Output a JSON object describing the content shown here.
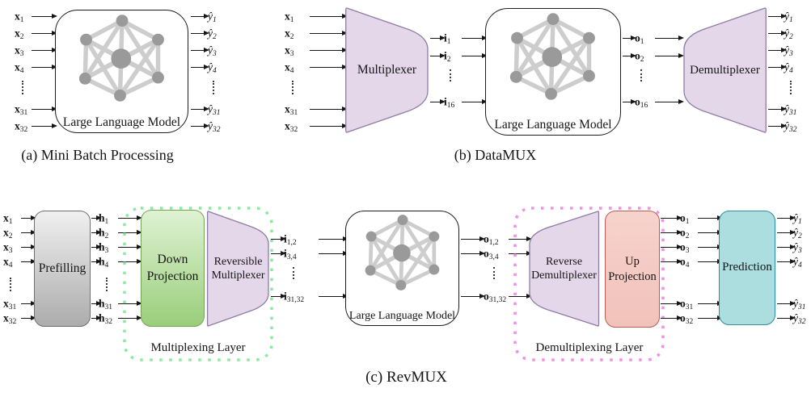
{
  "panel_a": {
    "caption": "(a) Mini Batch Processing",
    "llm_label": "Large Language Model",
    "inputs": [
      {
        "v": "x",
        "s": "1"
      },
      {
        "v": "x",
        "s": "2"
      },
      {
        "v": "x",
        "s": "3"
      },
      {
        "v": "x",
        "s": "4"
      },
      {
        "v": "x",
        "s": "31"
      },
      {
        "v": "x",
        "s": "32"
      }
    ],
    "outputs": [
      {
        "v": "ŷ",
        "s": "1"
      },
      {
        "v": "ŷ",
        "s": "2"
      },
      {
        "v": "ŷ",
        "s": "3"
      },
      {
        "v": "ŷ",
        "s": "4"
      },
      {
        "v": "ŷ",
        "s": "31"
      },
      {
        "v": "ŷ",
        "s": "32"
      }
    ]
  },
  "panel_b": {
    "caption": "(b) DataMUX",
    "multiplexer_label": "Multiplexer",
    "demultiplexer_label": "Demultiplexer",
    "llm_label": "Large Language Model",
    "inputs": [
      {
        "v": "x",
        "s": "1"
      },
      {
        "v": "x",
        "s": "2"
      },
      {
        "v": "x",
        "s": "3"
      },
      {
        "v": "x",
        "s": "4"
      },
      {
        "v": "x",
        "s": "31"
      },
      {
        "v": "x",
        "s": "32"
      }
    ],
    "mux_outputs": [
      {
        "v": "i",
        "s": "1"
      },
      {
        "v": "i",
        "s": "2"
      },
      {
        "v": "i",
        "s": "16"
      }
    ],
    "llm_outputs": [
      {
        "v": "o",
        "s": "1"
      },
      {
        "v": "o",
        "s": "2"
      },
      {
        "v": "o",
        "s": "16"
      }
    ],
    "outputs": [
      {
        "v": "ŷ",
        "s": "1"
      },
      {
        "v": "ŷ",
        "s": "2"
      },
      {
        "v": "ŷ",
        "s": "3"
      },
      {
        "v": "ŷ",
        "s": "4"
      },
      {
        "v": "ŷ",
        "s": "31"
      },
      {
        "v": "ŷ",
        "s": "32"
      }
    ]
  },
  "panel_c": {
    "caption": "(c) RevMUX",
    "prefilling_label": "Prefilling",
    "down_projection_label": "Down Projection",
    "reversible_multiplexer_label": "Reversible Multiplexer",
    "llm_label": "Large Language Model",
    "reverse_demultiplexer_label": "Reverse Demultiplexer",
    "up_projection_label": "Up Projection",
    "prediction_label": "Prediction",
    "multiplexing_layer_label": "Multiplexing Layer",
    "demultiplexing_layer_label": "Demultiplexing Layer",
    "inputs": [
      {
        "v": "x",
        "s": "1"
      },
      {
        "v": "x",
        "s": "2"
      },
      {
        "v": "x",
        "s": "3"
      },
      {
        "v": "x",
        "s": "4"
      },
      {
        "v": "x",
        "s": "31"
      },
      {
        "v": "x",
        "s": "32"
      }
    ],
    "hidden_states": [
      {
        "v": "h",
        "s": "1"
      },
      {
        "v": "h",
        "s": "2"
      },
      {
        "v": "h",
        "s": "3"
      },
      {
        "v": "h",
        "s": "4"
      },
      {
        "v": "h",
        "s": "31"
      },
      {
        "v": "h",
        "s": "32"
      }
    ],
    "mux_outputs": [
      {
        "v": "i",
        "s": "1,2"
      },
      {
        "v": "i",
        "s": "3,4"
      },
      {
        "v": "i",
        "s": "31,32"
      }
    ],
    "llm_outputs": [
      {
        "v": "o",
        "s": "1,2"
      },
      {
        "v": "o",
        "s": "3,4"
      },
      {
        "v": "o",
        "s": "31,32"
      }
    ],
    "up_outputs": [
      {
        "v": "o",
        "s": "1"
      },
      {
        "v": "o",
        "s": "2"
      },
      {
        "v": "o",
        "s": "3"
      },
      {
        "v": "o",
        "s": "4"
      },
      {
        "v": "o",
        "s": "31"
      },
      {
        "v": "o",
        "s": "32"
      }
    ],
    "outputs": [
      {
        "v": "ŷ",
        "s": "1"
      },
      {
        "v": "ŷ",
        "s": "2"
      },
      {
        "v": "ŷ",
        "s": "3"
      },
      {
        "v": "ŷ",
        "s": "4"
      },
      {
        "v": "ŷ",
        "s": "31"
      },
      {
        "v": "ŷ",
        "s": "32"
      }
    ]
  },
  "colors": {
    "multiplexer_fill": "#E4D7EA",
    "multiplexer_border": "#8F7CA4",
    "prefilling_top": "#F0F0F0",
    "prefilling_bottom": "#ACACAC",
    "prefilling_border": "#6F6F6F",
    "down_projection_top": "#DFF2D3",
    "down_projection_bottom": "#9ACE7B",
    "down_projection_border": "#79A35C",
    "up_projection_fill": "#F5CDC6",
    "up_projection_border": "#BF5B55",
    "prediction_fill": "#ACDEE0",
    "prediction_border": "#2F8EA0",
    "multiplexing_region_border": "#8CE99D",
    "demultiplexing_region_border": "#EF8FE5",
    "network_node": "#9A9A9A",
    "network_edge": "#CDCDCD",
    "arrow": "#151515"
  }
}
